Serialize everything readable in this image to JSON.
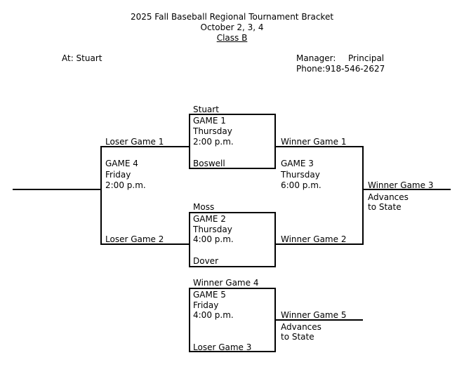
{
  "header": {
    "title": "2025 Fall Baseball Regional Tournament Bracket",
    "dates": "October 2, 3, 4",
    "class": "Class B",
    "location": "At: Stuart",
    "manager_label": "Manager:",
    "manager_name": "Principal",
    "phone": "Phone:918-546-2627"
  },
  "game1": {
    "top_team": "Stuart",
    "name": "GAME 1",
    "day": "Thursday",
    "time": "2:00 p.m.",
    "bottom_team": "Boswell"
  },
  "game2": {
    "top_team": "Moss",
    "name": "GAME 2",
    "day": "Thursday",
    "time": "4:00 p.m.",
    "bottom_team": "Dover"
  },
  "game3": {
    "top_label": "Winner Game 1",
    "name": "GAME 3",
    "day": "Thursday",
    "time": "6:00 p.m.",
    "bottom_label": "Winner Game 2",
    "winner_label": "Winner Game 3",
    "advances_1": "Advances",
    "advances_2": "to State"
  },
  "game4": {
    "top_label": "Loser Game 1",
    "name": "GAME 4",
    "day": "Friday",
    "time": "2:00 p.m.",
    "bottom_label": "Loser Game 2"
  },
  "game5": {
    "top_label": "Winner Game 4",
    "name": "GAME 5",
    "day": "Friday",
    "time": "4:00 p.m.",
    "bottom_label": "Loser Game 3",
    "winner_label": "Winner Game 5",
    "advances_1": "Advances",
    "advances_2": "to State"
  }
}
